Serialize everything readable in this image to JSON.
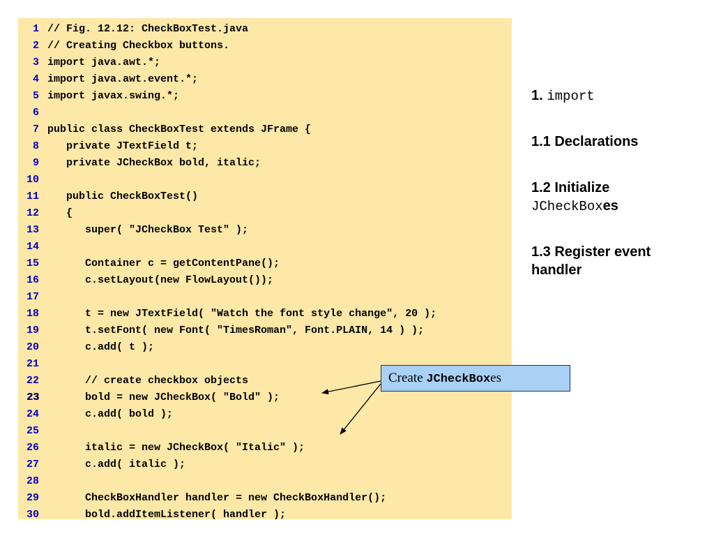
{
  "code": {
    "lines": [
      {
        "num": "1",
        "text": "// Fig. 12.12: CheckBoxTest.java"
      },
      {
        "num": "2",
        "text": "// Creating Checkbox buttons."
      },
      {
        "num": "3",
        "text": "import java.awt.*;"
      },
      {
        "num": "4",
        "text": "import java.awt.event.*;"
      },
      {
        "num": "5",
        "text": "import javax.swing.*;"
      },
      {
        "num": "6",
        "text": ""
      },
      {
        "num": "7",
        "text": "public class CheckBoxTest extends JFrame {"
      },
      {
        "num": "8",
        "text": "   private JTextField t;"
      },
      {
        "num": "9",
        "text": "   private JCheckBox bold, italic;"
      },
      {
        "num": "10",
        "text": ""
      },
      {
        "num": "11",
        "text": "   public CheckBoxTest()"
      },
      {
        "num": "12",
        "text": "   {"
      },
      {
        "num": "13",
        "text": "      super( \"JCheckBox Test\" );"
      },
      {
        "num": "14",
        "text": ""
      },
      {
        "num": "15",
        "text": "      Container c = getContentPane();"
      },
      {
        "num": "16",
        "text": "      c.setLayout(new FlowLayout());"
      },
      {
        "num": "17",
        "text": ""
      },
      {
        "num": "18",
        "text": "      t = new JTextField( \"Watch the font style change\", 20 );"
      },
      {
        "num": "19",
        "text": "      t.setFont( new Font( \"TimesRoman\", Font.PLAIN, 14 ) );"
      },
      {
        "num": "20",
        "text": "      c.add( t );"
      },
      {
        "num": "21",
        "text": ""
      },
      {
        "num": "22",
        "text": "      // create checkbox objects"
      },
      {
        "num": "23",
        "text": "      bold = new JCheckBox( \"Bold\" );",
        "current": true
      },
      {
        "num": "24",
        "text": "      c.add( bold );"
      },
      {
        "num": "25",
        "text": ""
      },
      {
        "num": "26",
        "text": "      italic = new JCheckBox( \"Italic\" );"
      },
      {
        "num": "27",
        "text": "      c.add( italic );"
      },
      {
        "num": "28",
        "text": ""
      },
      {
        "num": "29",
        "text": "      CheckBoxHandler handler = new CheckBoxHandler();"
      },
      {
        "num": "30",
        "text": "      bold.addItemListener( handler );"
      }
    ]
  },
  "outline": {
    "item1_prefix": "1. ",
    "item1_code": "import",
    "item2": "1.1 Declarations",
    "item3_line1": "1.2 Initialize",
    "item3_code": "JCheckBox",
    "item3_suffix": "es",
    "item4": "1.3 Register event handler"
  },
  "callout": {
    "prefix": "Create ",
    "code": "JCheckBox",
    "suffix": "es"
  },
  "colors": {
    "code_background": "#fde8a8",
    "line_number": "#0000cc",
    "callout_background": "#a9d0f5"
  }
}
